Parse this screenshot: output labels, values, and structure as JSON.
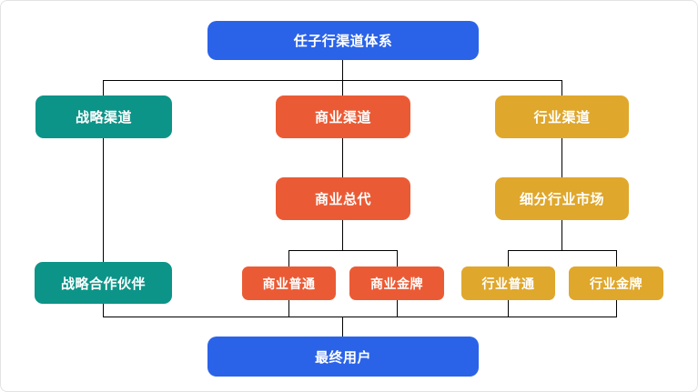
{
  "diagram": {
    "title": "任子行渠道体系",
    "colors": {
      "primary_blue": "#2b63e8",
      "teal": "#0d9488",
      "orange_red": "#ea5b35",
      "gold": "#dfa72c",
      "connector": "#000000",
      "node_text": "#ffffff",
      "background": "#ffffff",
      "frame_border": "#e3e3e3"
    },
    "nodes": {
      "root": {
        "label": "任子行渠道体系"
      },
      "strategic_channel": {
        "label": "战略渠道"
      },
      "commercial_channel": {
        "label": "商业渠道"
      },
      "industry_channel": {
        "label": "行业渠道"
      },
      "commercial_general_agent": {
        "label": "商业总代"
      },
      "industry_segment_market": {
        "label": "细分行业市场"
      },
      "strategic_partner": {
        "label": "战略合作伙伴"
      },
      "commercial_standard": {
        "label": "商业普通"
      },
      "commercial_gold": {
        "label": "商业金牌"
      },
      "industry_standard": {
        "label": "行业普通"
      },
      "industry_gold": {
        "label": "行业金牌"
      },
      "end_user": {
        "label": "最终用户"
      }
    }
  }
}
